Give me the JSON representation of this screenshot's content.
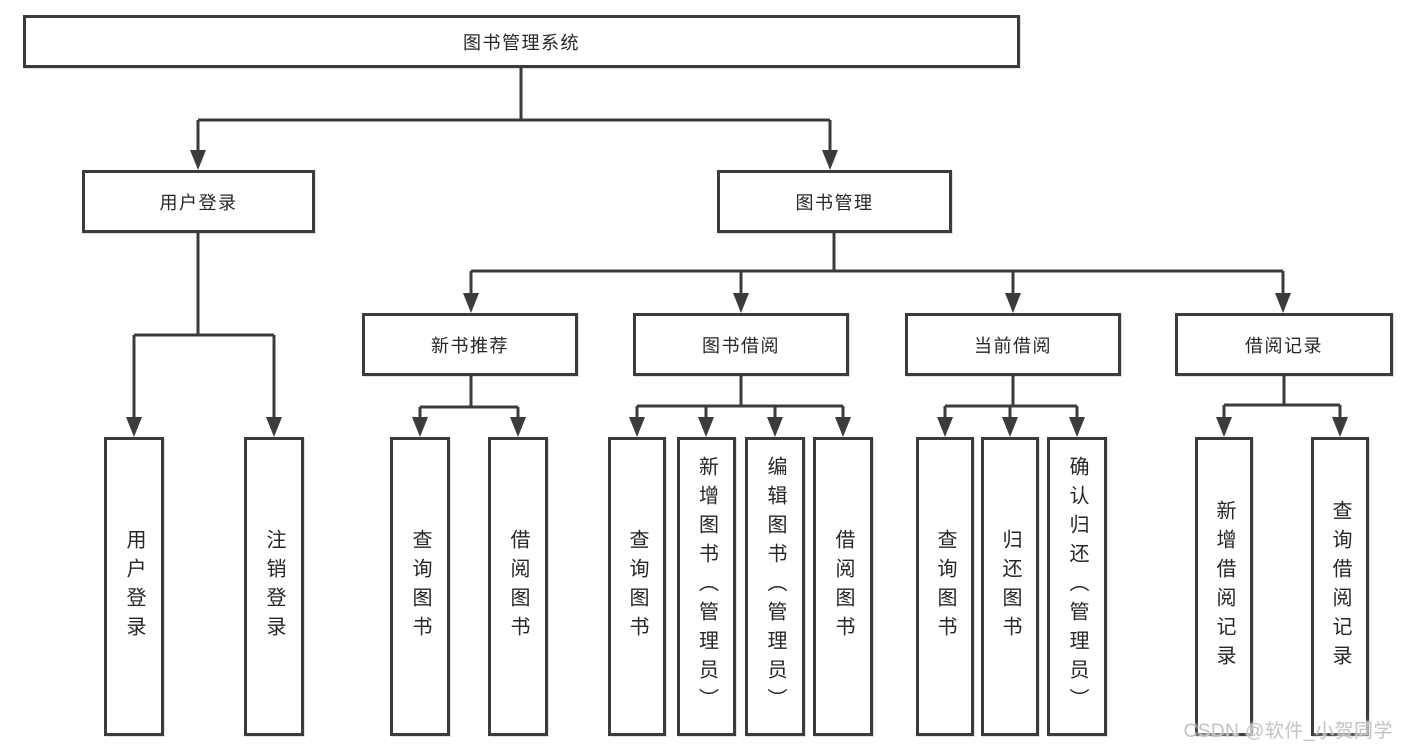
{
  "diagram": {
    "type": "hierarchy-tree",
    "watermark": "CSDN @软件_小贺同学",
    "colors": {
      "line": "#3b3b3b",
      "box_border": "#3b3b3b",
      "box_background": "#ffffff",
      "text": "#262626",
      "watermark": "#c3c3c3",
      "page_background": "#ffffff"
    },
    "nodes": {
      "root": "图书管理系统",
      "user_login": "用户登录",
      "book_mgmt": "图书管理",
      "new_book": "新书推荐",
      "book_borrow": "图书借阅",
      "current_borrow": "当前借阅",
      "borrow_records": "借阅记录",
      "ul_login": "用户登录",
      "ul_logout": "注销登录",
      "nb_query": "查询图书",
      "nb_borrow": "借阅图书",
      "bb_query": "查询图书",
      "bb_add": "新增图书（管理员）",
      "bb_edit": "编辑图书（管理员）",
      "bb_borrow": "借阅图书",
      "cb_query": "查询图书",
      "cb_return": "归还图书",
      "cb_confirm": "确认归还（管理员）",
      "br_add": "新增借阅记录",
      "br_query": "查询借阅记录"
    },
    "structure": {
      "root": [
        "user_login",
        "book_mgmt"
      ],
      "user_login": [
        "ul_login",
        "ul_logout"
      ],
      "book_mgmt": [
        "new_book",
        "book_borrow",
        "current_borrow",
        "borrow_records"
      ],
      "new_book": [
        "nb_query",
        "nb_borrow"
      ],
      "book_borrow": [
        "bb_query",
        "bb_add",
        "bb_edit",
        "bb_borrow"
      ],
      "current_borrow": [
        "cb_query",
        "cb_return",
        "cb_confirm"
      ],
      "borrow_records": [
        "br_add",
        "br_query"
      ]
    }
  }
}
